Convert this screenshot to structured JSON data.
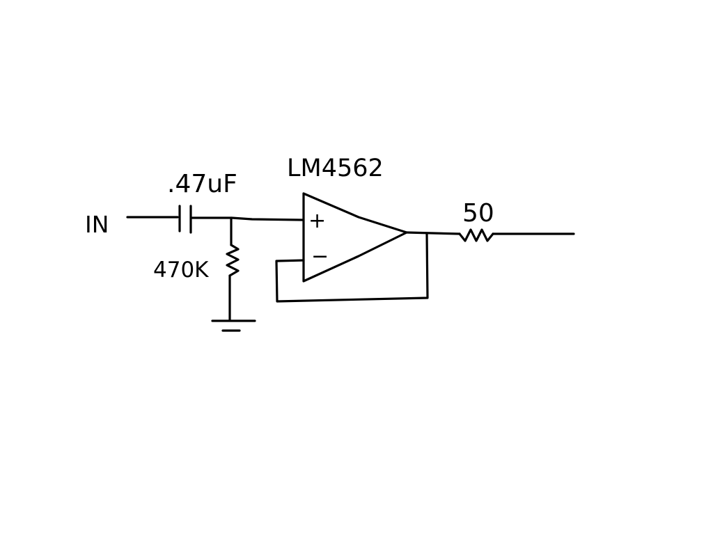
{
  "diagram": {
    "input_label": "IN",
    "capacitor_label": ".47uF",
    "opamp_label": "LM4562",
    "resistor_label": "470K",
    "output_resistor_label": "50",
    "plus_symbol": "+",
    "minus_symbol": "−"
  },
  "colors": {
    "ink": "#000000",
    "background": "#ffffff"
  }
}
